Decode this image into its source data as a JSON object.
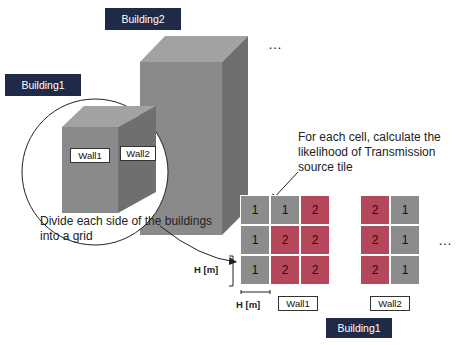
{
  "diagram": {
    "nodes": [
      {
        "text": [
          "Building2"
        ]
      },
      {
        "text": [
          "Building1"
        ]
      },
      {
        "text": [
          "Wall1"
        ]
      },
      {
        "text": [
          "Wall2"
        ]
      },
      {
        "text": [
          "1"
        ]
      },
      {
        "text": [
          "1"
        ]
      },
      {
        "text": [
          "2"
        ]
      },
      {
        "text": [
          "1"
        ]
      },
      {
        "text": [
          "2"
        ]
      },
      {
        "text": [
          "2"
        ]
      },
      {
        "text": [
          "1"
        ]
      },
      {
        "text": [
          "2"
        ]
      },
      {
        "text": [
          "2"
        ]
      },
      {
        "text": [
          "Wall1"
        ]
      },
      {
        "text": [
          "2"
        ]
      },
      {
        "text": [
          "1"
        ]
      },
      {
        "text": [
          "2"
        ]
      },
      {
        "text": [
          "1"
        ]
      },
      {
        "text": [
          "2"
        ]
      },
      {
        "text": [
          "1"
        ]
      },
      {
        "text": [
          "Wall2"
        ]
      },
      {
        "text": [
          "Building1"
        ]
      }
    ],
    "labels": [
      "…",
      "For each cell, calculate the likelihood of Transmission source tile",
      "Divide each side of the buildings into a grid",
      "H [m]",
      "H [m]",
      "…"
    ]
  }
}
